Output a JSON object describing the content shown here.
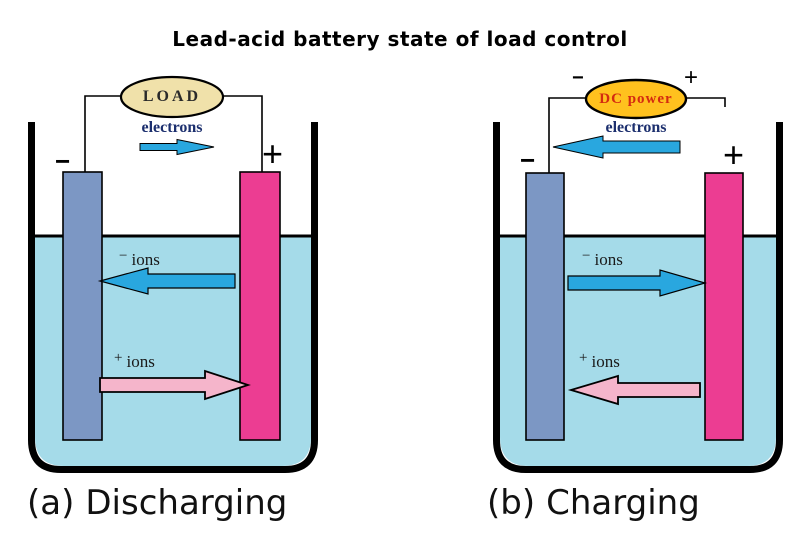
{
  "title": "Lead-acid battery state of load control",
  "cells": {
    "a": {
      "caption_prefix": "(a)",
      "caption_word": "Discharging",
      "source_label": "LOAD",
      "electrons_label": "electrons",
      "neg_terminal": "−",
      "pos_terminal": "+",
      "neg_ion": {
        "sign": "−",
        "word": "ions"
      },
      "pos_ion": {
        "sign": "+",
        "word": "ions"
      }
    },
    "b": {
      "caption_prefix": "(b)",
      "caption_word": "Charging",
      "source_label": "DC power",
      "source_neg": "−",
      "source_pos": "+",
      "electrons_label": "electrons",
      "neg_terminal": "−",
      "pos_terminal": "+",
      "neg_ion": {
        "sign": "−",
        "word": "ions"
      },
      "pos_ion": {
        "sign": "+",
        "word": "ions"
      }
    }
  },
  "colors": {
    "electrolyte": "#A5DBE9",
    "negative_electrode": "#7C97C4",
    "positive_electrode": "#EC3D92",
    "electron_and_negative_ion_arrow": "#29A7DF",
    "positive_ion_arrow": "#F5B5CB",
    "load_ellipse_fill": "#F0E1AA",
    "dc_power_ellipse_fill": "#FFC11E",
    "dc_power_text": "#D42A10",
    "container_outline": "#000000"
  }
}
